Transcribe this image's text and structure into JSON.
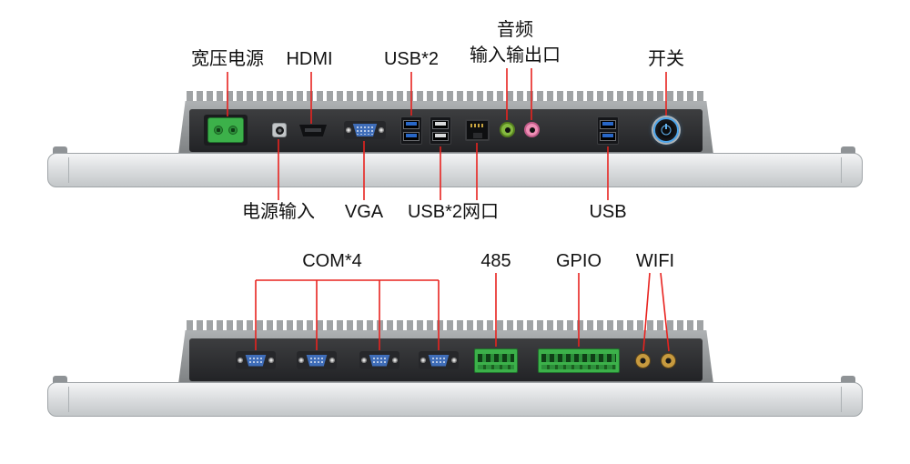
{
  "figure": {
    "description": "Industrial panel PC I/O port diagram, two rear-edge views with labeled connectors"
  },
  "colors": {
    "leader": "#e8231f",
    "label_text": "#111111",
    "connector_green": "#3cb14a",
    "dsub_blue": "#3f6db8",
    "usb_blue": "#2867c8",
    "audio_green": "#85b940",
    "audio_pink": "#ef8fb6",
    "wifi_gold": "#c79a3f",
    "power_ring_blue": "#4da6ec"
  },
  "view_top": {
    "labels_above": {
      "wide_power": "宽压电源",
      "hdmi": "HDMI",
      "usb2": "USB*2",
      "audio_line1": "音频",
      "audio_line2": "输入输出口",
      "switch": "开关"
    },
    "labels_below": {
      "power_input": "电源输入",
      "vga": "VGA",
      "usb2": "USB*2",
      "lan": "网口",
      "usb": "USB"
    },
    "ports": [
      "wide-voltage-power-terminal",
      "dc-power-input-jack",
      "hdmi-port",
      "vga-port",
      "usb-dual-port-blue",
      "usb-dual-port-gray",
      "ethernet-rj45-port",
      "audio-out-jack",
      "audio-in-jack",
      "usb-dual-port",
      "power-switch-button"
    ]
  },
  "view_bottom": {
    "labels": {
      "com4": "COM*4",
      "rs485": "485",
      "gpio": "GPIO",
      "wifi": "WIFI"
    },
    "ports": [
      "com-serial-port-1",
      "com-serial-port-2",
      "com-serial-port-3",
      "com-serial-port-4",
      "rs485-terminal-block",
      "gpio-terminal-block",
      "wifi-antenna-connector-1",
      "wifi-antenna-connector-2"
    ]
  }
}
